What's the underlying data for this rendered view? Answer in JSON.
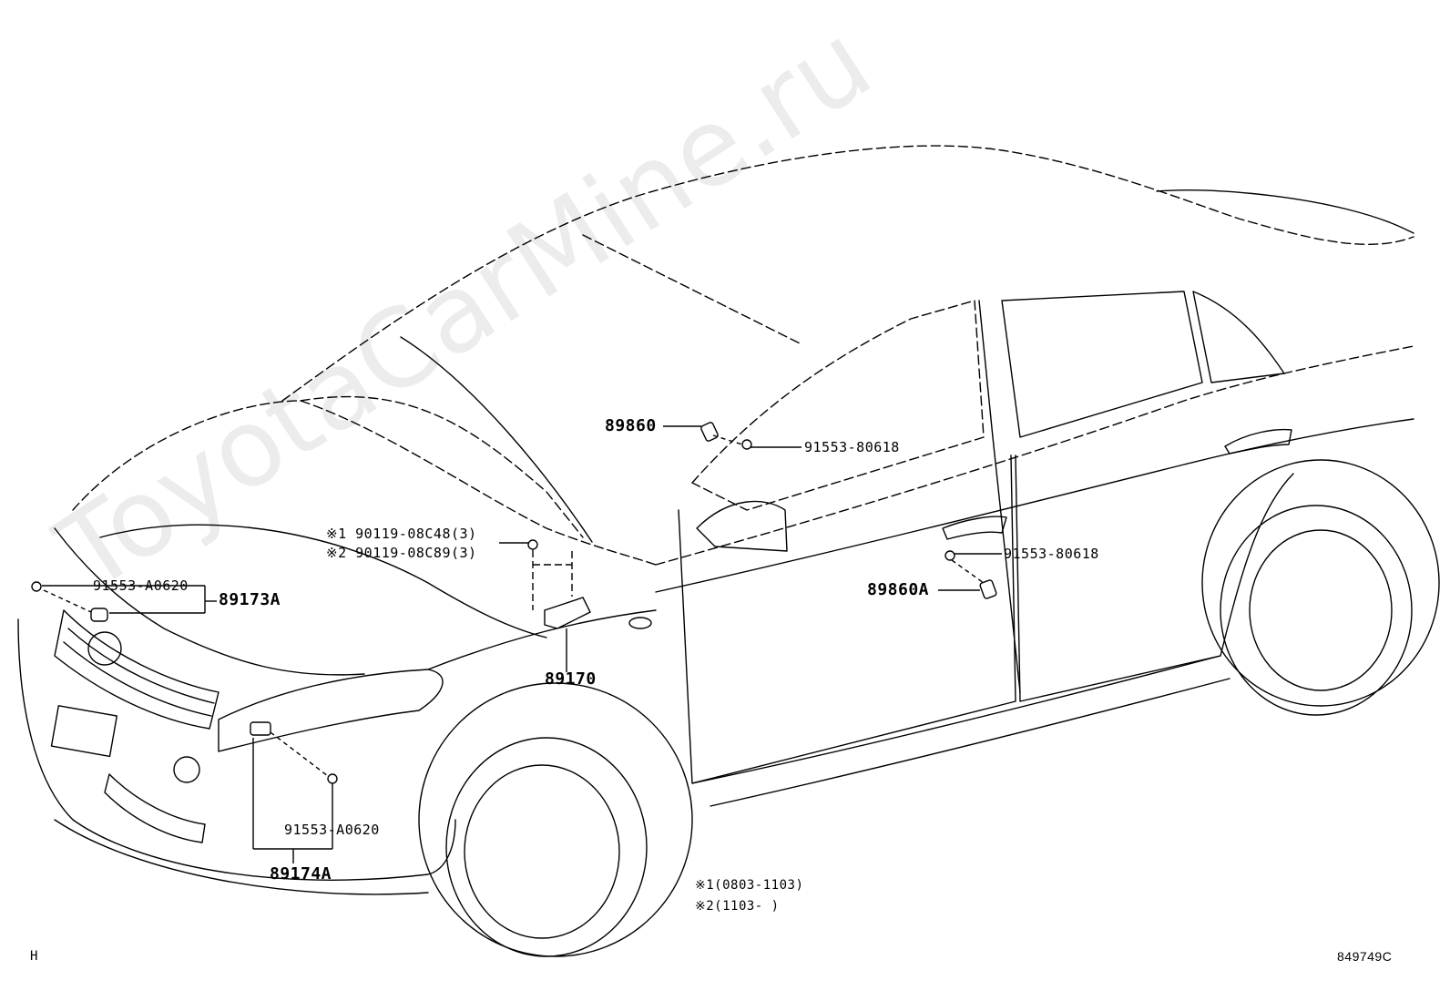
{
  "watermark": "ToyotaCarMine.ru",
  "labels": {
    "p89860": "89860",
    "p91553_80618_top": "91553-80618",
    "p90119_c48": "※1 90119-08C48(3)",
    "p90119_c89": "※2 90119-08C89(3)",
    "p91553_a0620_left": "91553-A0620",
    "p89173a": "89173A",
    "p91553_80618_right": "91553-80618",
    "p89860a": "89860A",
    "p89170": "89170",
    "p91553_a0620_bottom": "91553-A0620",
    "p89174a": "89174A"
  },
  "notes": {
    "note1": "※1(0803-1103)",
    "note2": "※2(1103-     )"
  },
  "footer": {
    "left_code": "H",
    "figure_code": "849749C"
  }
}
